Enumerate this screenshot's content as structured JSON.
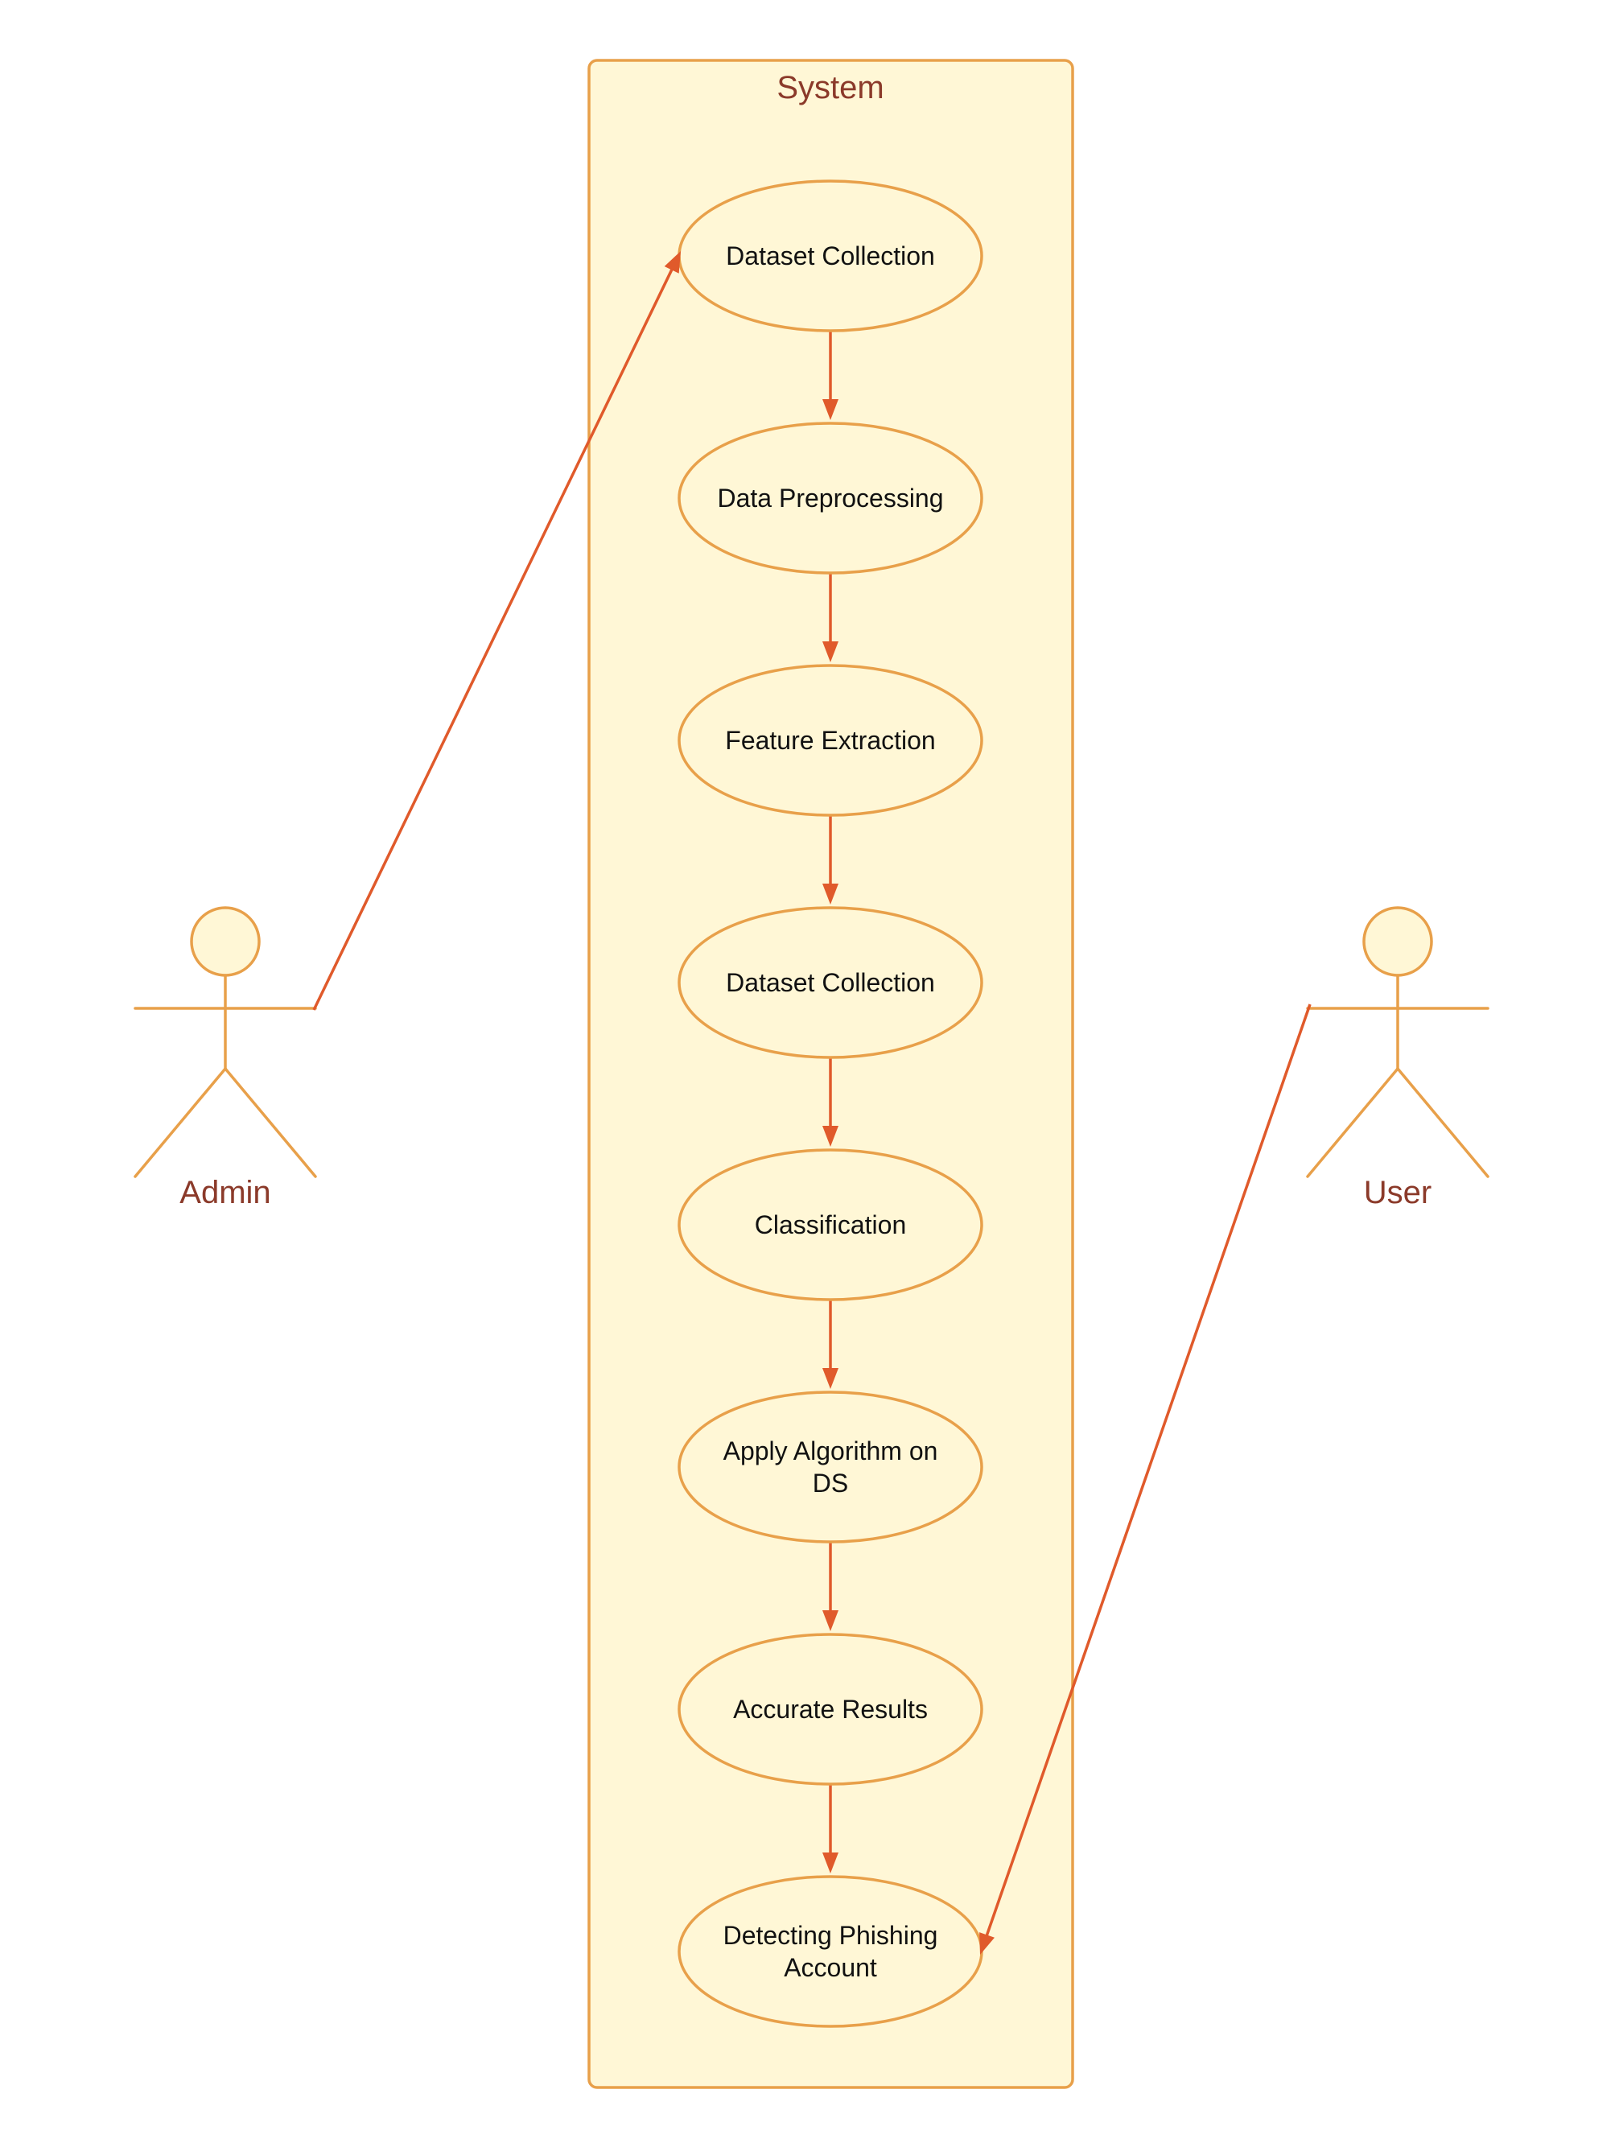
{
  "system": {
    "title": "System"
  },
  "use_cases": [
    {
      "id": "uc1",
      "lines": [
        "Dataset Collection"
      ]
    },
    {
      "id": "uc2",
      "lines": [
        "Data Preprocessing"
      ]
    },
    {
      "id": "uc3",
      "lines": [
        "Feature Extraction"
      ]
    },
    {
      "id": "uc4",
      "lines": [
        "Dataset Collection"
      ]
    },
    {
      "id": "uc5",
      "lines": [
        "Classification"
      ]
    },
    {
      "id": "uc6",
      "lines": [
        "Apply Algorithm on",
        "DS"
      ]
    },
    {
      "id": "uc7",
      "lines": [
        "Accurate Results"
      ]
    },
    {
      "id": "uc8",
      "lines": [
        "Detecting Phishing",
        "Account"
      ]
    }
  ],
  "actors": [
    {
      "id": "admin",
      "label": "Admin"
    },
    {
      "id": "user",
      "label": "User"
    }
  ],
  "flows": [
    {
      "from": "uc1",
      "to": "uc2"
    },
    {
      "from": "uc2",
      "to": "uc3"
    },
    {
      "from": "uc3",
      "to": "uc4"
    },
    {
      "from": "uc4",
      "to": "uc5"
    },
    {
      "from": "uc5",
      "to": "uc6"
    },
    {
      "from": "uc6",
      "to": "uc7"
    },
    {
      "from": "uc7",
      "to": "uc8"
    }
  ],
  "associations": [
    {
      "actor": "admin",
      "use_case": "uc1"
    },
    {
      "actor": "user",
      "use_case": "uc8"
    }
  ],
  "colors": {
    "fill": "#fff7d6",
    "stroke": "#e8a04a",
    "arrow": "#e05a2b",
    "label": "#8b3a2a",
    "text": "#111111"
  }
}
